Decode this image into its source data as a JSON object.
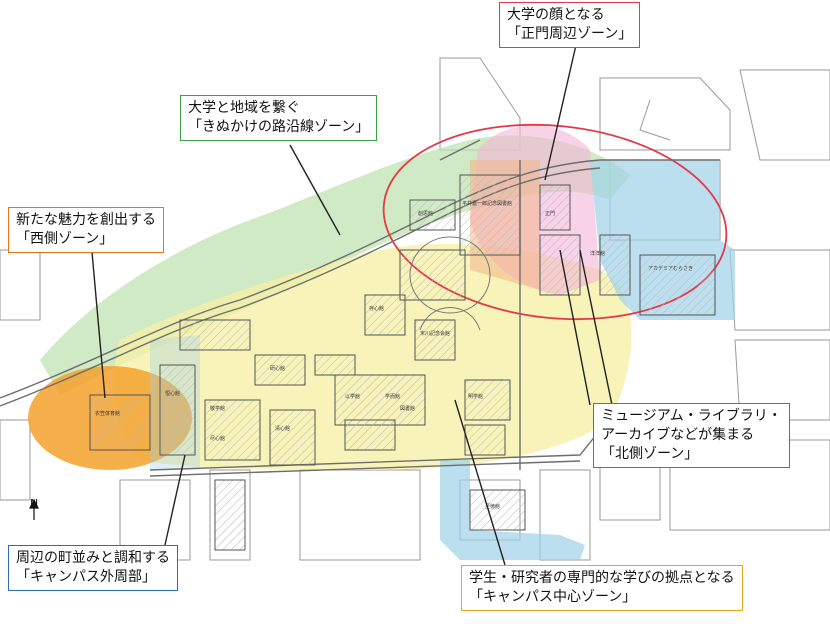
{
  "zones": [
    {
      "id": "main-gate",
      "lines": [
        "大学の顔となる",
        "「正門周辺ゾーン」"
      ],
      "border_color": "#e23a4a"
    },
    {
      "id": "kinukake",
      "lines": [
        "大学と地域を繋ぐ",
        "「きぬかけの路沿線ゾーン」"
      ],
      "border_color": "#3aa046"
    },
    {
      "id": "west",
      "lines": [
        "新たな魅力を創出する",
        "「西側ゾーン」"
      ],
      "border_color": "#e8701e"
    },
    {
      "id": "north",
      "lines": [
        "ミュージアム・ライブラリ・",
        "アーカイブなどが集まる",
        "「北側ゾーン」"
      ],
      "border_color": "#d6338a"
    },
    {
      "id": "outer",
      "lines": [
        "周辺の町並みと調和する",
        "「キャンパス外周部」"
      ],
      "border_color": "#2a6fb5"
    },
    {
      "id": "center",
      "lines": [
        "学生・研究者の専門的な学びの拠点となる",
        "「キャンパス中心ゾーン」"
      ],
      "border_color": "#e8a81e"
    }
  ],
  "building_labels": [
    "以学館",
    "存心館",
    "明学館",
    "学而館",
    "図書館",
    "至徳館",
    "恒心館",
    "アカデミアむらさき",
    "衣笠体育館",
    "正門",
    "研心館",
    "清心館",
    "尽心館",
    "敬学館",
    "末川記念会館",
    "平井嘉一郎記念図書館",
    "創思館",
    "洋洋館"
  ],
  "compass": "N"
}
